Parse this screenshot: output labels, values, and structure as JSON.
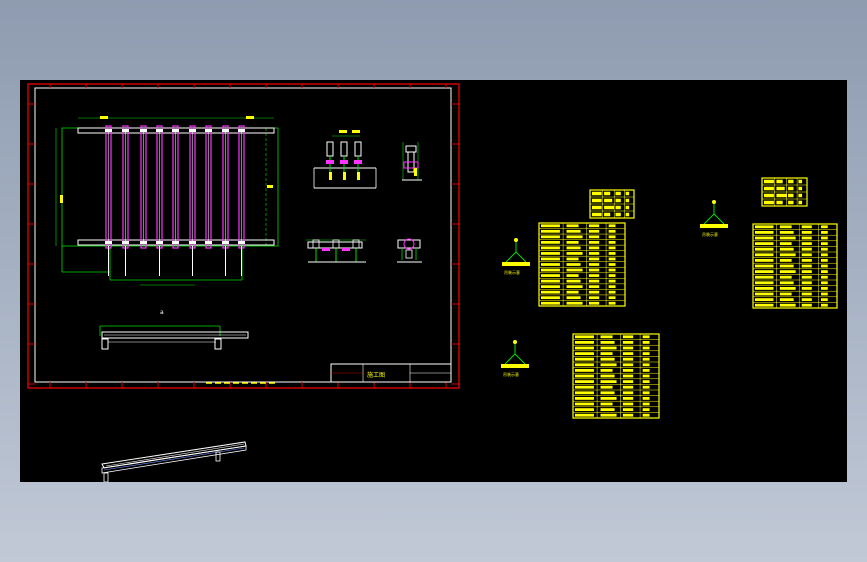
{
  "drawing": {
    "title_block": {
      "drawing_name": "施工图"
    },
    "detail_tag": "a",
    "colors": {
      "background": "#000000",
      "frame": "#cc0000",
      "outline": "#ffffff",
      "member": "#ff33ff",
      "dimension": "#00dd00",
      "annotation": "#ffff00"
    }
  },
  "schedules": {
    "tables": [
      {
        "rows": 15
      },
      {
        "rows": 15
      },
      {
        "rows": 15
      },
      {
        "rows": 4
      },
      {
        "rows": 4
      }
    ],
    "lift_diagrams": [
      {
        "label": "吊装示意"
      },
      {
        "label": "吊装示意"
      },
      {
        "label": "吊装示意"
      }
    ]
  }
}
